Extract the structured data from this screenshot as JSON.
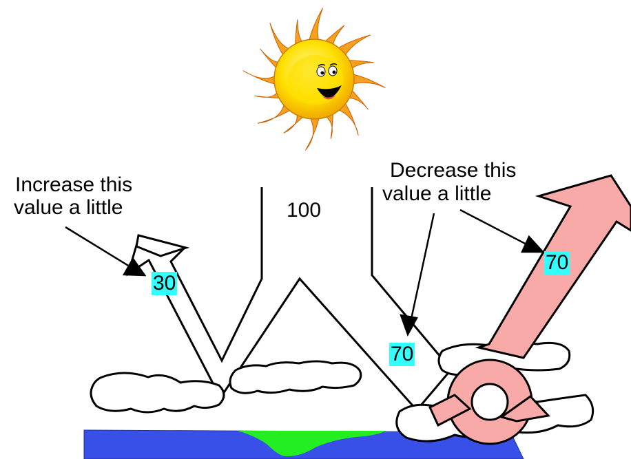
{
  "labels": {
    "increase_line1": "Increase this",
    "increase_line2": "value a little",
    "decrease_line1": "Decrease this",
    "decrease_line2": "value a little",
    "incoming": "100"
  },
  "values": {
    "reflected": "30",
    "absorbed": "70",
    "emitted": "70"
  },
  "colors": {
    "value_highlight": "#33ffff",
    "emission_arrow": "#f8aaa8",
    "earth_ocean": "#3850e8",
    "earth_land": "#22ee22",
    "sun_rays": "#f8a020",
    "sun_face": "#ffdd00"
  },
  "icons": {
    "sun": "smiling-sun-icon"
  }
}
